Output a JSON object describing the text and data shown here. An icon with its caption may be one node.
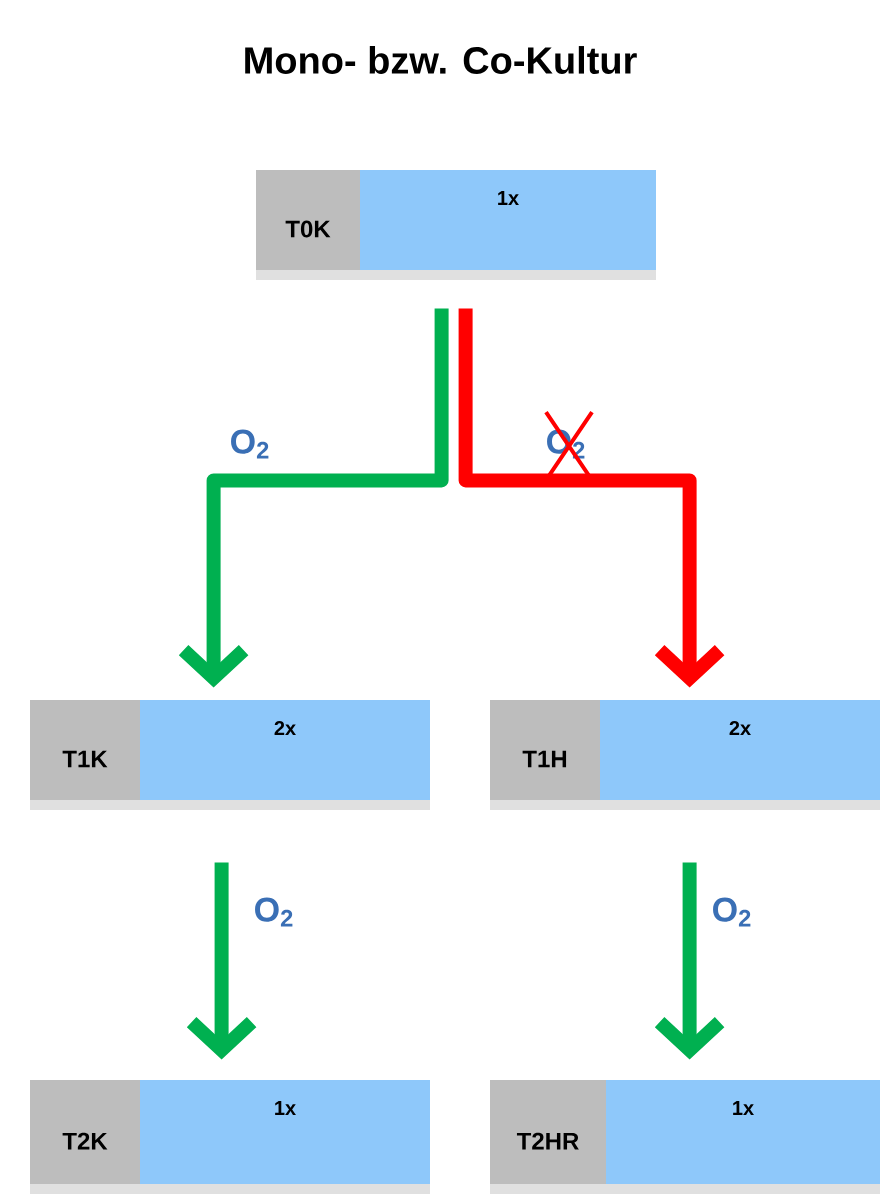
{
  "diagram": {
    "title": "Mono- bzw. Co-Kultur",
    "nodes": [
      {
        "text": [
          "T0K",
          "1x"
        ]
      },
      {
        "text": [
          "T1K",
          "2x"
        ]
      },
      {
        "text": [
          "T1H",
          "2x"
        ]
      },
      {
        "text": [
          "T2K",
          "1x"
        ]
      },
      {
        "text": [
          "T2HR",
          "1x"
        ]
      }
    ],
    "edges": [
      {
        "from": 0,
        "to": 1,
        "arrow": "to",
        "label": "O$_{2}$"
      },
      {
        "from": 0,
        "to": 2,
        "arrow": "to",
        "label": "O$_{2}$",
        "color": "#ff0000"
      },
      {
        "from": 1,
        "to": 3,
        "arrow": "to",
        "label": "O$_{2}$"
      },
      {
        "from": 2,
        "to": 4,
        "arrow": "to",
        "label": "O$_{2}$"
      }
    ]
  }
}
